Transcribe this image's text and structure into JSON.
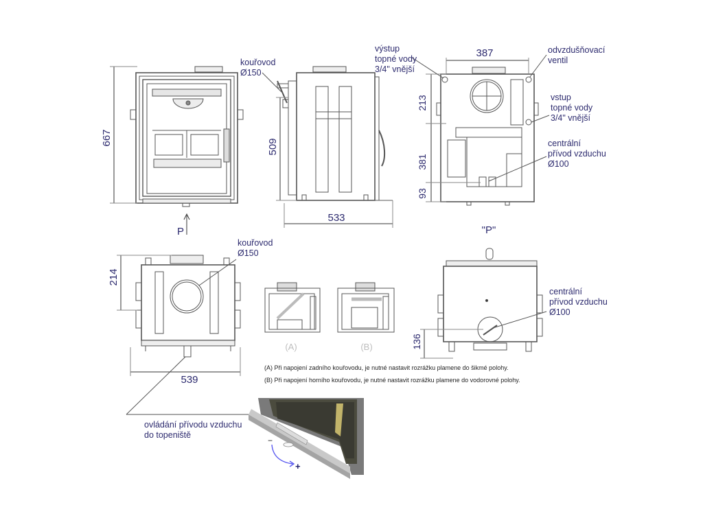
{
  "labels": {
    "flue_top": "kouřovod\nØ150",
    "flue_bottom": "kouřovod\nØ150",
    "water_outlet": "výstup\ntopné vody\n3/4\" vnější",
    "vent_valve": "odvzdušňovací\nventil",
    "water_inlet": "vstup\ntopné vody\n3/4\" vnější",
    "air_supply_top": "centrální\npřívod vzduchu\nØ100",
    "air_supply_bottom": "centrální\npřívod vzduchu\nØ100",
    "air_control": "ovládání přívodu vzduchu\ndo topeniště"
  },
  "dimensions": {
    "front_height": "667",
    "side_height": "509",
    "side_width": "533",
    "rear_width": "387",
    "rear_upper": "213",
    "rear_middle": "381",
    "rear_lower": "93",
    "top_depth": "214",
    "top_width": "539",
    "bottom_height": "136"
  },
  "view_labels": {
    "front_arrow": "P",
    "rear_view": "\"P\"",
    "variant_a": "(A)",
    "variant_b": "(B)"
  },
  "notes": {
    "a": "(A) Při napojení zadního kouřovodu, je nutné nastavit rozrážku plamene do šikmé polohy.",
    "b": "(B) Při napojení horního kouřovodu, je nutné nastavit rozrážku plamene do vodorovné polohy."
  },
  "slider": {
    "minus": "−",
    "plus": "+"
  }
}
